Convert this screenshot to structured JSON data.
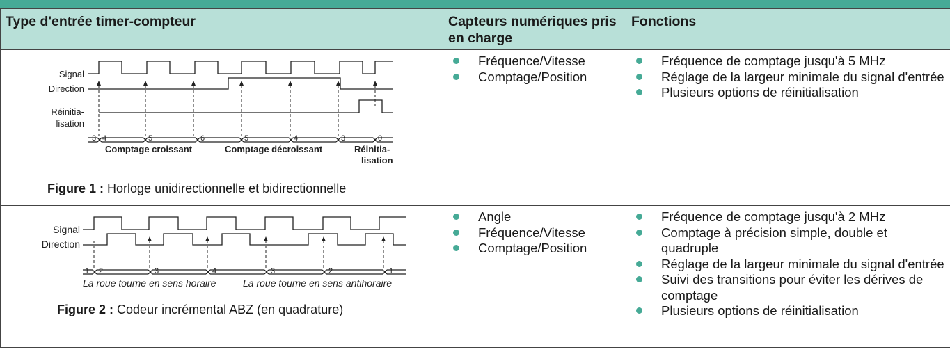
{
  "header": {
    "col1": "Type d'entrée timer-compteur",
    "col2": "Capteurs numériques pris en charge",
    "col3": "Fonctions"
  },
  "rows": [
    {
      "sensors": [
        "Fréquence/Vitesse",
        "Comptage/Position"
      ],
      "functions": [
        "Fréquence de comptage jusqu'à 5 MHz",
        "Réglage de la largeur minimale du signal d'entrée",
        "Plusieurs options de réinitialisation"
      ],
      "figure": {
        "caption_label": "Figure 1 :",
        "caption_text": "Horloge unidirectionnelle et bidirectionnelle",
        "labels": {
          "signal": "Signal",
          "direction": "Direction",
          "reset_1": "Réinitia-",
          "reset_2": "lisation"
        },
        "counts": [
          "3",
          "4",
          "5",
          "6",
          "5",
          "4",
          "3",
          "0"
        ],
        "sections": {
          "up": "Comptage croissant",
          "down": "Comptage décroissant",
          "reset_1": "Réinitia-",
          "reset_2": "lisation"
        }
      }
    },
    {
      "sensors": [
        "Angle",
        "Fréquence/Vitesse",
        "Comptage/Position"
      ],
      "functions": [
        "Fréquence de comptage jusqu'à 2 MHz",
        "Comptage à précision simple, double et quadruple",
        "Réglage de la largeur minimale du signal d'entrée",
        "Suivi des transitions pour éviter les dérives de comptage",
        "Plusieurs options de réinitialisation"
      ],
      "figure": {
        "caption_label": "Figure 2 :",
        "caption_text": "Codeur incrémental ABZ (en quadrature)",
        "labels": {
          "signal": "Signal",
          "direction": "Direction"
        },
        "counts": [
          "1",
          "2",
          "3",
          "4",
          "3",
          "2",
          "1"
        ],
        "sections": {
          "cw": "La roue tourne en sens horaire",
          "ccw": "La roue tourne en sens antihoraire"
        }
      }
    }
  ],
  "colors": {
    "accent": "#46aa96",
    "header_bg": "#b8e0d8",
    "border": "#444444"
  }
}
